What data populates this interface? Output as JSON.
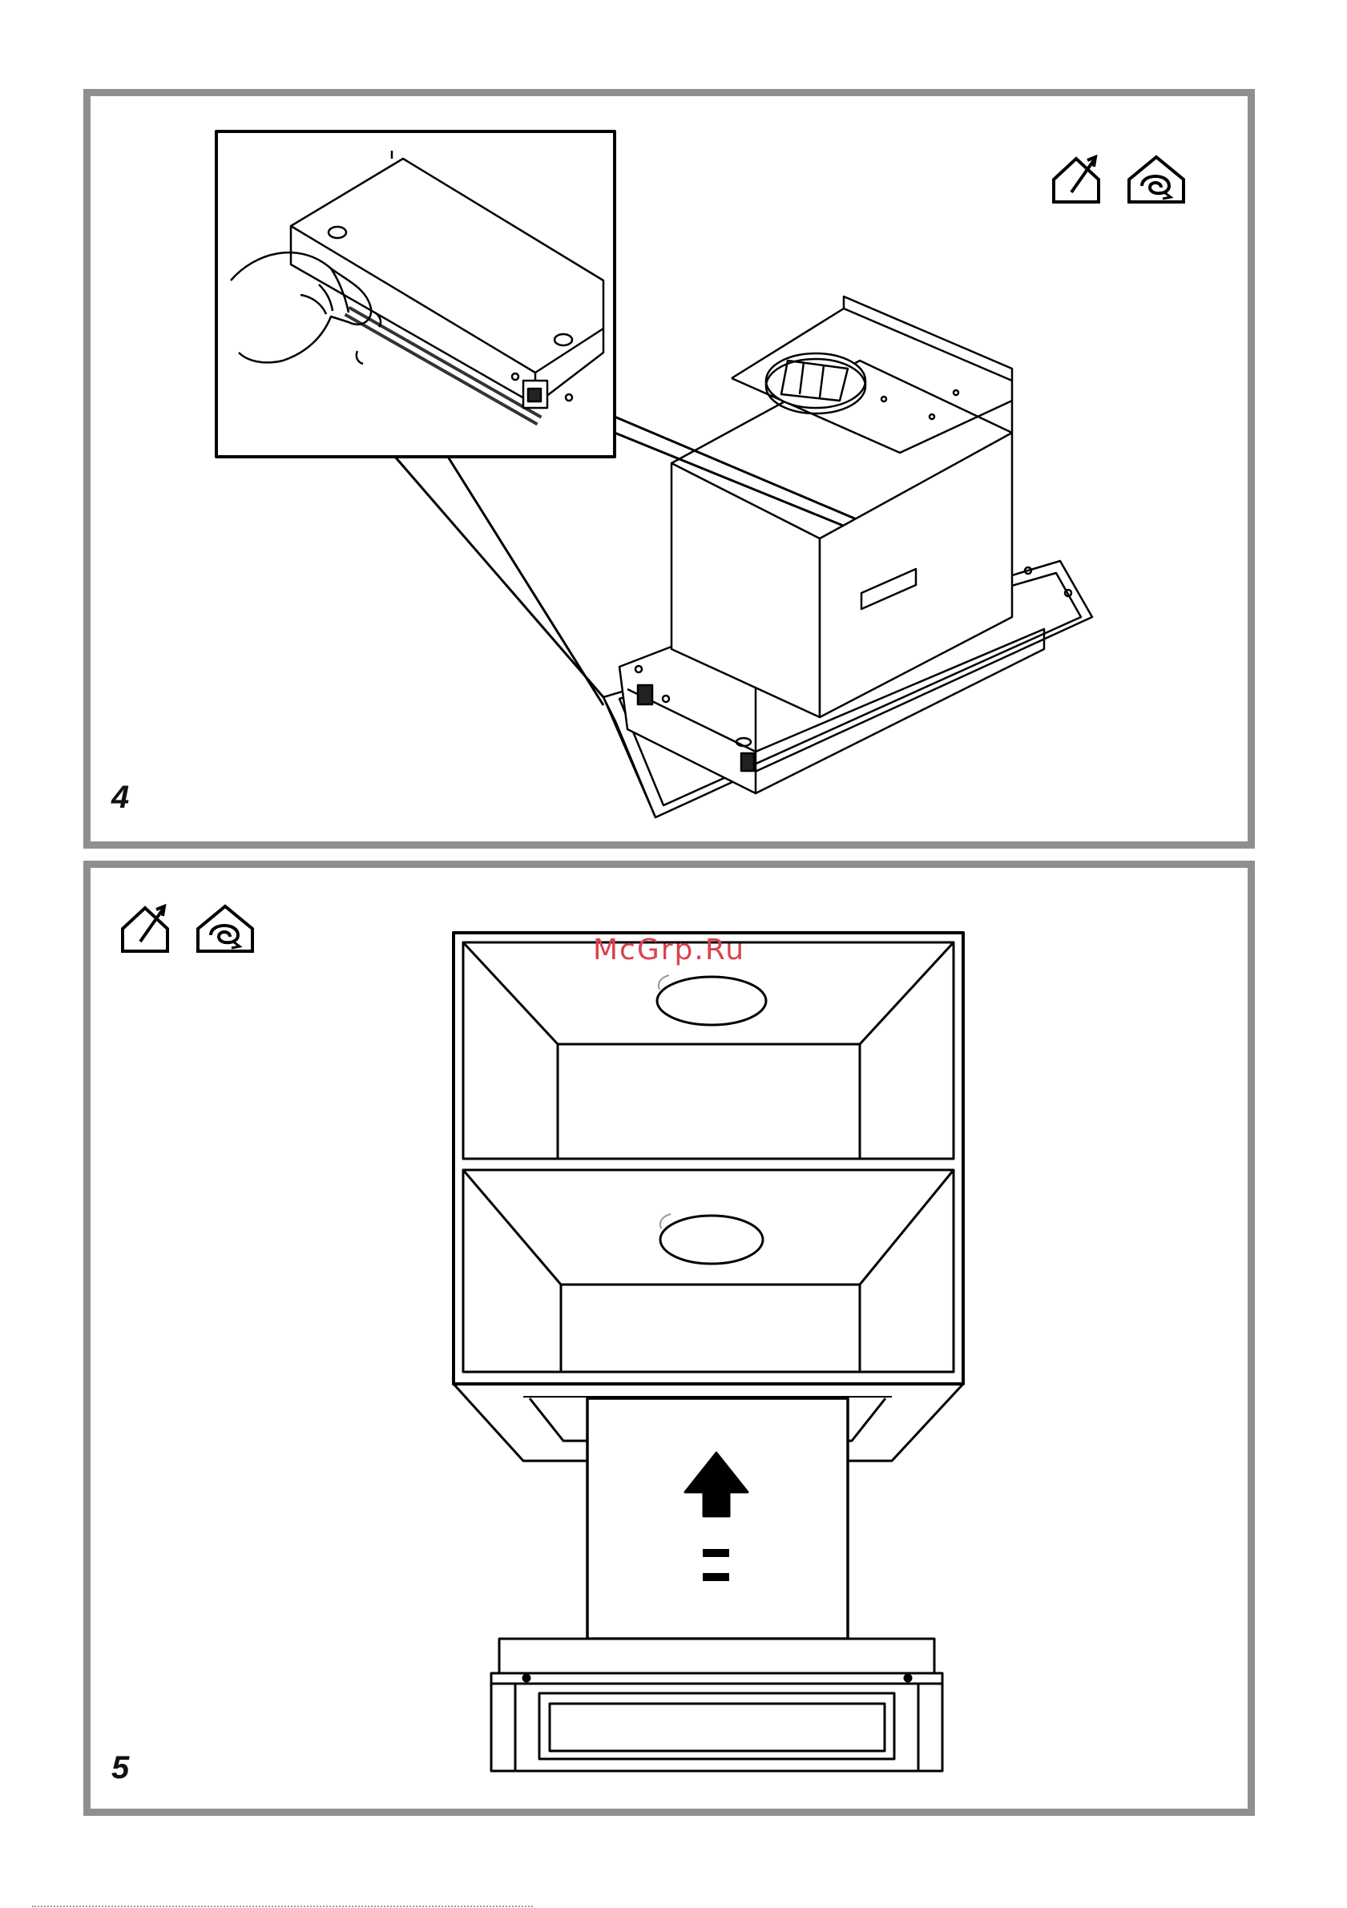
{
  "figures": [
    {
      "number": "4",
      "icons": [
        "duct-out-icon",
        "recirculation-icon"
      ]
    },
    {
      "number": "5",
      "icons": [
        "duct-out-icon",
        "recirculation-icon"
      ]
    }
  ],
  "watermark": "McGrp.Ru",
  "colors": {
    "frame": "#8f8f8f",
    "line": "#000000",
    "watermark": "#d9424e"
  }
}
